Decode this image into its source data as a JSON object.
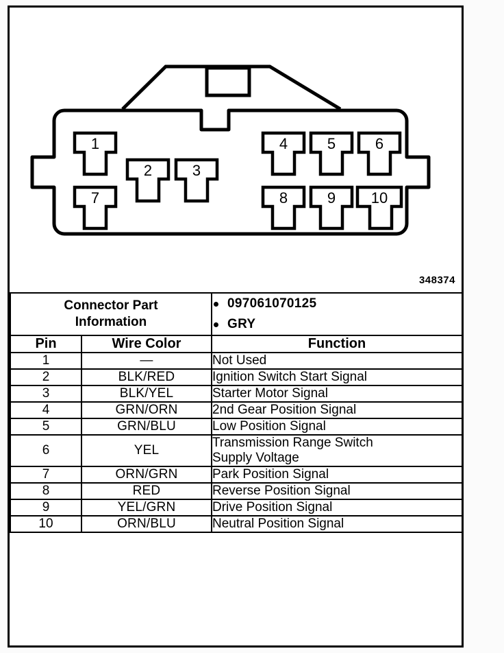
{
  "figure": {
    "reference_number": "348374",
    "connector": {
      "pins": [
        {
          "number": "1",
          "row": "top",
          "column": "left"
        },
        {
          "number": "2",
          "row": "middle",
          "column": "left"
        },
        {
          "number": "3",
          "row": "middle",
          "column": "left"
        },
        {
          "number": "4",
          "row": "top",
          "column": "right"
        },
        {
          "number": "5",
          "row": "top",
          "column": "right"
        },
        {
          "number": "6",
          "row": "top",
          "column": "right"
        },
        {
          "number": "7",
          "row": "bottom",
          "column": "left"
        },
        {
          "number": "8",
          "row": "bottom",
          "column": "right"
        },
        {
          "number": "9",
          "row": "bottom",
          "column": "right"
        },
        {
          "number": "10",
          "row": "bottom",
          "column": "right"
        }
      ]
    }
  },
  "table": {
    "connector_part_information": {
      "label_line1": "Connector Part",
      "label_line2": "Information",
      "values": [
        "097061070125",
        "GRY"
      ]
    },
    "headers": {
      "pin": "Pin",
      "wire_color": "Wire Color",
      "function": "Function"
    },
    "rows": [
      {
        "pin": "1",
        "wire_color": "—",
        "function_line1": "Not Used",
        "function_line2": ""
      },
      {
        "pin": "2",
        "wire_color": "BLK/RED",
        "function_line1": "Ignition Switch Start Signal",
        "function_line2": ""
      },
      {
        "pin": "3",
        "wire_color": "BLK/YEL",
        "function_line1": "Starter Motor Signal",
        "function_line2": ""
      },
      {
        "pin": "4",
        "wire_color": "GRN/ORN",
        "function_line1": "2nd Gear Position Signal",
        "function_line2": ""
      },
      {
        "pin": "5",
        "wire_color": "GRN/BLU",
        "function_line1": "Low Position Signal",
        "function_line2": ""
      },
      {
        "pin": "6",
        "wire_color": "YEL",
        "function_line1": "Transmission Range Switch",
        "function_line2": "Supply Voltage"
      },
      {
        "pin": "7",
        "wire_color": "ORN/GRN",
        "function_line1": "Park Position Signal",
        "function_line2": ""
      },
      {
        "pin": "8",
        "wire_color": "RED",
        "function_line1": "Reverse Position Signal",
        "function_line2": ""
      },
      {
        "pin": "9",
        "wire_color": "YEL/GRN",
        "function_line1": "Drive Position Signal",
        "function_line2": ""
      },
      {
        "pin": "10",
        "wire_color": "ORN/BLU",
        "function_line1": "Neutral Position Signal",
        "function_line2": ""
      }
    ]
  },
  "colors": {
    "ink": "#000000",
    "page": "#ffffff"
  }
}
